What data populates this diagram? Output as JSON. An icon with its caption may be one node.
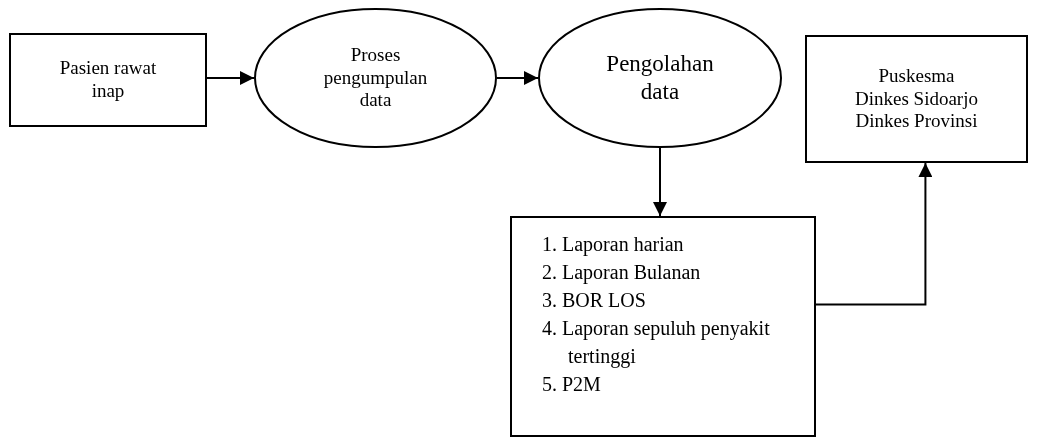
{
  "diagram": {
    "nodes": [
      {
        "text": [
          "Pasien rawat inap"
        ]
      },
      {
        "text": [
          "Proses pengumpulan data"
        ]
      },
      {
        "text": [
          "Pengolahan data"
        ]
      },
      {
        "text": [
          "Puskesma",
          "Dinkes Sidoarjo",
          "Dinkes Provinsi"
        ]
      },
      {
        "text": [
          "1. Laporan harian",
          "2. Laporan Bulanan",
          "3. BOR LOS",
          "4. Laporan sepuluh penyakit tertinggi",
          "5. P2M"
        ]
      }
    ],
    "edges": [
      {
        "from": 0,
        "to": 1,
        "arrow": "to"
      },
      {
        "from": 1,
        "to": 2,
        "arrow": "to"
      },
      {
        "from": 2,
        "to": 4,
        "arrow": "to"
      },
      {
        "from": 4,
        "to": 3,
        "arrow": "to"
      }
    ]
  }
}
